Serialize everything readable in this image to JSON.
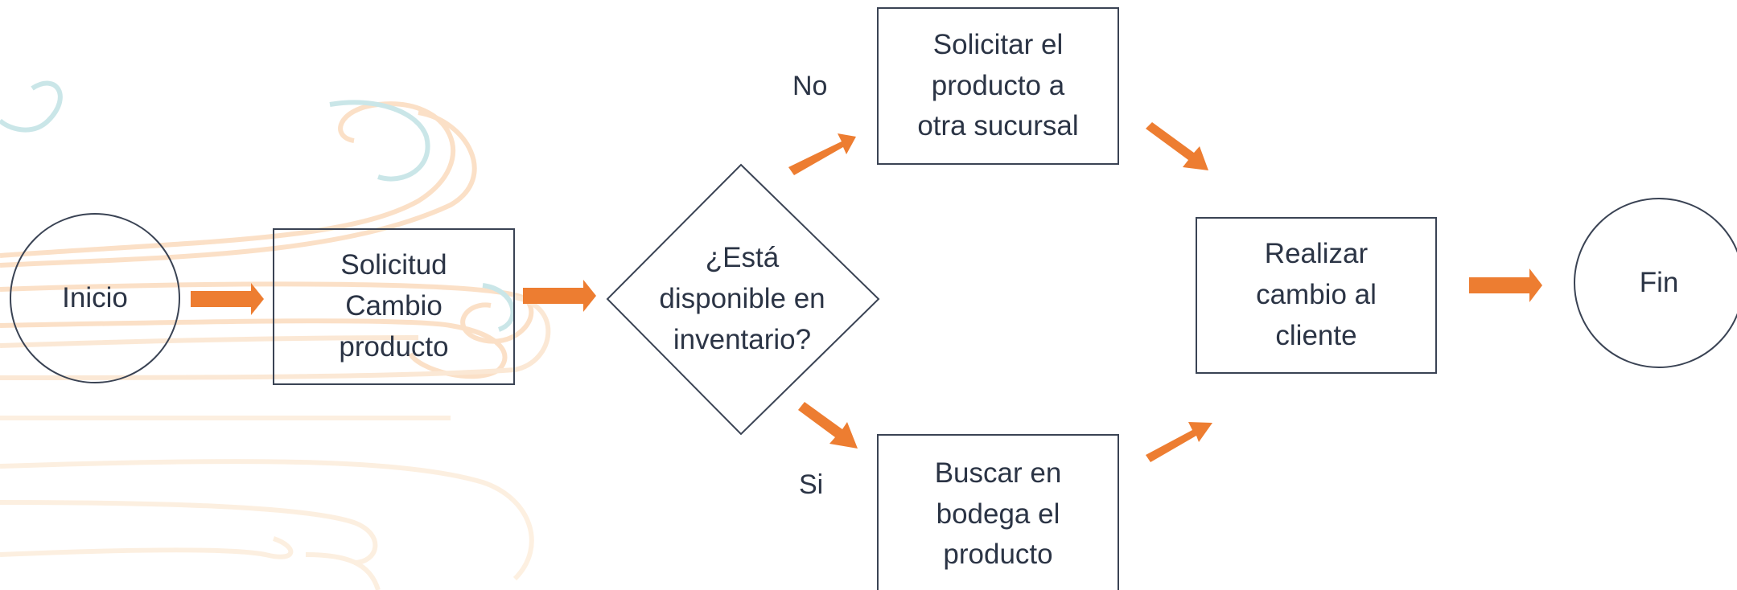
{
  "diagram": {
    "start": {
      "label": "Inicio"
    },
    "request": {
      "label": "Solicitud\nCambio\nproducto"
    },
    "decision": {
      "label": "¿Está\ndisponible en\ninventario?"
    },
    "branch_no": {
      "label": "No"
    },
    "branch_yes": {
      "label": "Si"
    },
    "other_branch": {
      "label": "Solicitar el\nproducto a\notra sucursal"
    },
    "warehouse": {
      "label": "Buscar en\nbodega el\nproducto"
    },
    "exchange": {
      "label": "Realizar\ncambio al\ncliente"
    },
    "end": {
      "label": "Fin"
    }
  },
  "colors": {
    "arrow": "#ed7d31",
    "stroke": "#3a4354",
    "text": "#2b3445",
    "decor_orange": "#f8c89a",
    "decor_teal": "#9fd3d6"
  }
}
